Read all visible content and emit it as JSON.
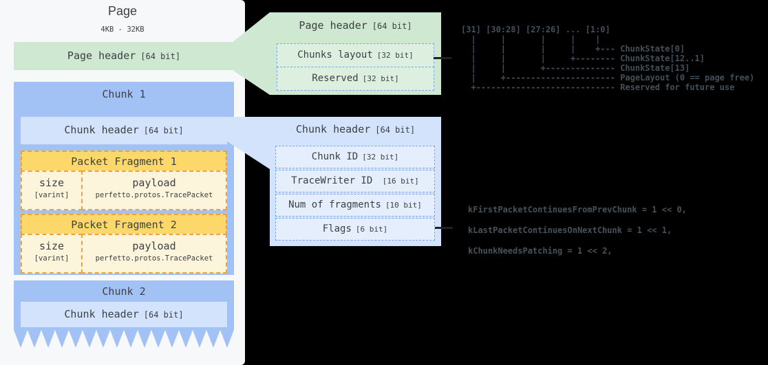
{
  "colors": {
    "background": "#000000",
    "panel_bg": "#f7f8fa",
    "green": "#cee8d1",
    "blue_box": "#a2c1f5",
    "blue_light": "#d3e3fb",
    "yellow_header": "#fcd76a",
    "yellow_light": "#fdf4dc",
    "dash_orange": "#f0a13e",
    "dash_blue": "#78a5f0",
    "text_dark": "#3c4043",
    "code_text": "#42505a"
  },
  "panel": {
    "title": "Page",
    "size_range": "4KB - 32KB",
    "page_header": {
      "label": "Page header",
      "bits": "[64 bit]"
    },
    "chunk1": {
      "title": "Chunk 1",
      "header": {
        "label": "Chunk header",
        "bits": "[64 bit]"
      },
      "fragments": [
        {
          "title": "Packet Fragment 1",
          "size": {
            "label": "size",
            "sub": "[varint]"
          },
          "payload": {
            "label": "payload",
            "sub": "perfetto.protos.TracePacket"
          }
        },
        {
          "title": "Packet Fragment 2",
          "size": {
            "label": "size",
            "sub": "[varint]"
          },
          "payload": {
            "label": "payload",
            "sub": "perfetto.protos.TracePacket"
          }
        }
      ]
    },
    "chunk2": {
      "title": "Chunk 2",
      "header": {
        "label": "Chunk header",
        "bits": "[64 bit]"
      }
    }
  },
  "page_header_detail": {
    "title": {
      "label": "Page header",
      "bits": "[64 bit]"
    },
    "rows": [
      {
        "label": "Chunks layout",
        "bits": "[32 bit]"
      },
      {
        "label": "Reserved",
        "bits": "[32 bit]"
      }
    ]
  },
  "chunk_header_detail": {
    "title": {
      "label": "Chunk header",
      "bits": "[64 bit]"
    },
    "rows": [
      {
        "label": "Chunk ID",
        "bits": "[32 bit]"
      },
      {
        "label": "TraceWriter ID ",
        "bits": "[16 bit]"
      },
      {
        "label": "Num of fragments",
        "bits": "[10 bit]"
      },
      {
        "label": "Flags",
        "bits": "[6 bit]"
      }
    ]
  },
  "page_header_bits_diagram": "[31] [30:28] [27:26] ... [1:0]\n  |     |       |     |    |\n  |     |       |     |    +--- ChunkState[0]\n  |     |       |     +-------- ChunkState[12..1]\n  |     |       +-------------- ChunkState[13]\n  |     +---------------------- PageLayout (0 == page free)\n  +---------------------------- Reserved for future use",
  "chunk_flags_code": "kFirstPacketContinuesFromPrevChunk = 1 << 0,\nkLastPacketContinuesOnNextChunk = 1 << 1,\nkChunkNeedsPatching = 1 << 2,"
}
